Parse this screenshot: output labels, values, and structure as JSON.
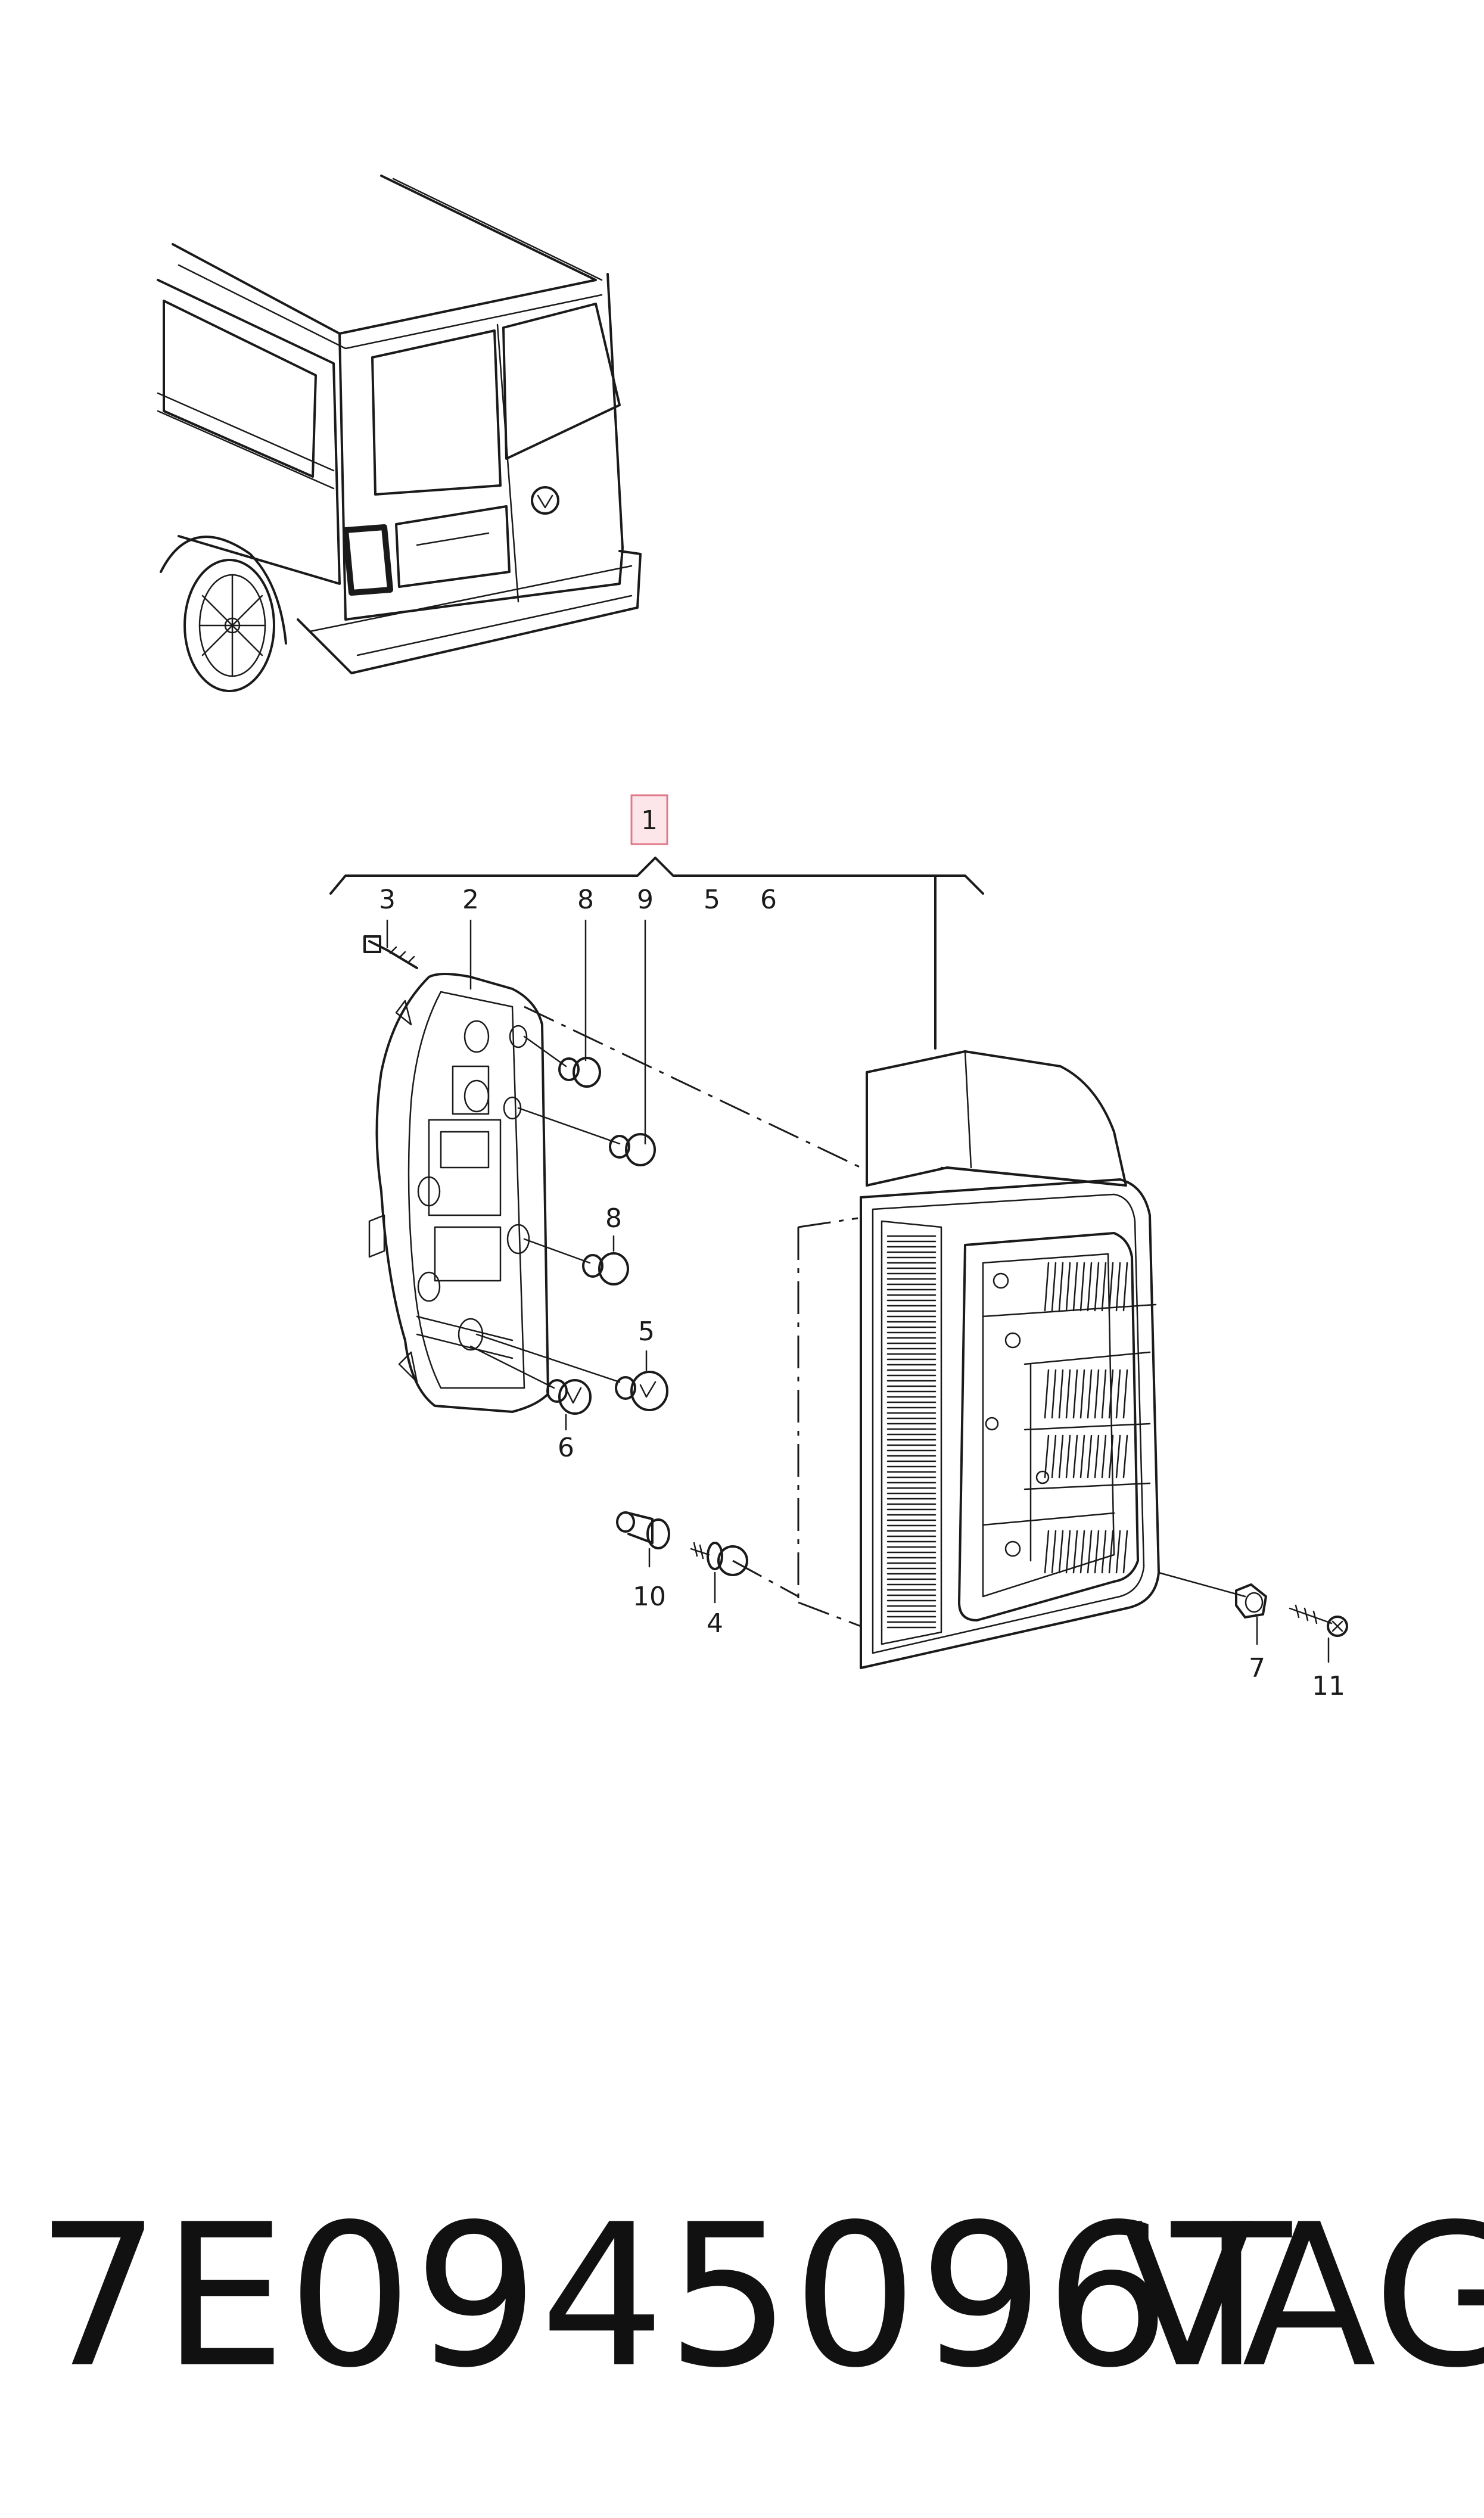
{
  "callouts": {
    "c1": "1",
    "c2": "2",
    "c3": "3",
    "c4": "4",
    "c5a": "5",
    "c5b": "5",
    "c6a": "6",
    "c6b": "6",
    "c7": "7",
    "c8a": "8",
    "c8b": "8",
    "c9": "9",
    "c10": "10",
    "c11": "11"
  },
  "colors": {
    "line": "#1a1a1a",
    "highlight_fill": "#fde6ea",
    "highlight_stroke": "#e07a8a"
  },
  "footer": {
    "part_number": "7E0945096T",
    "brand": "VAG"
  }
}
